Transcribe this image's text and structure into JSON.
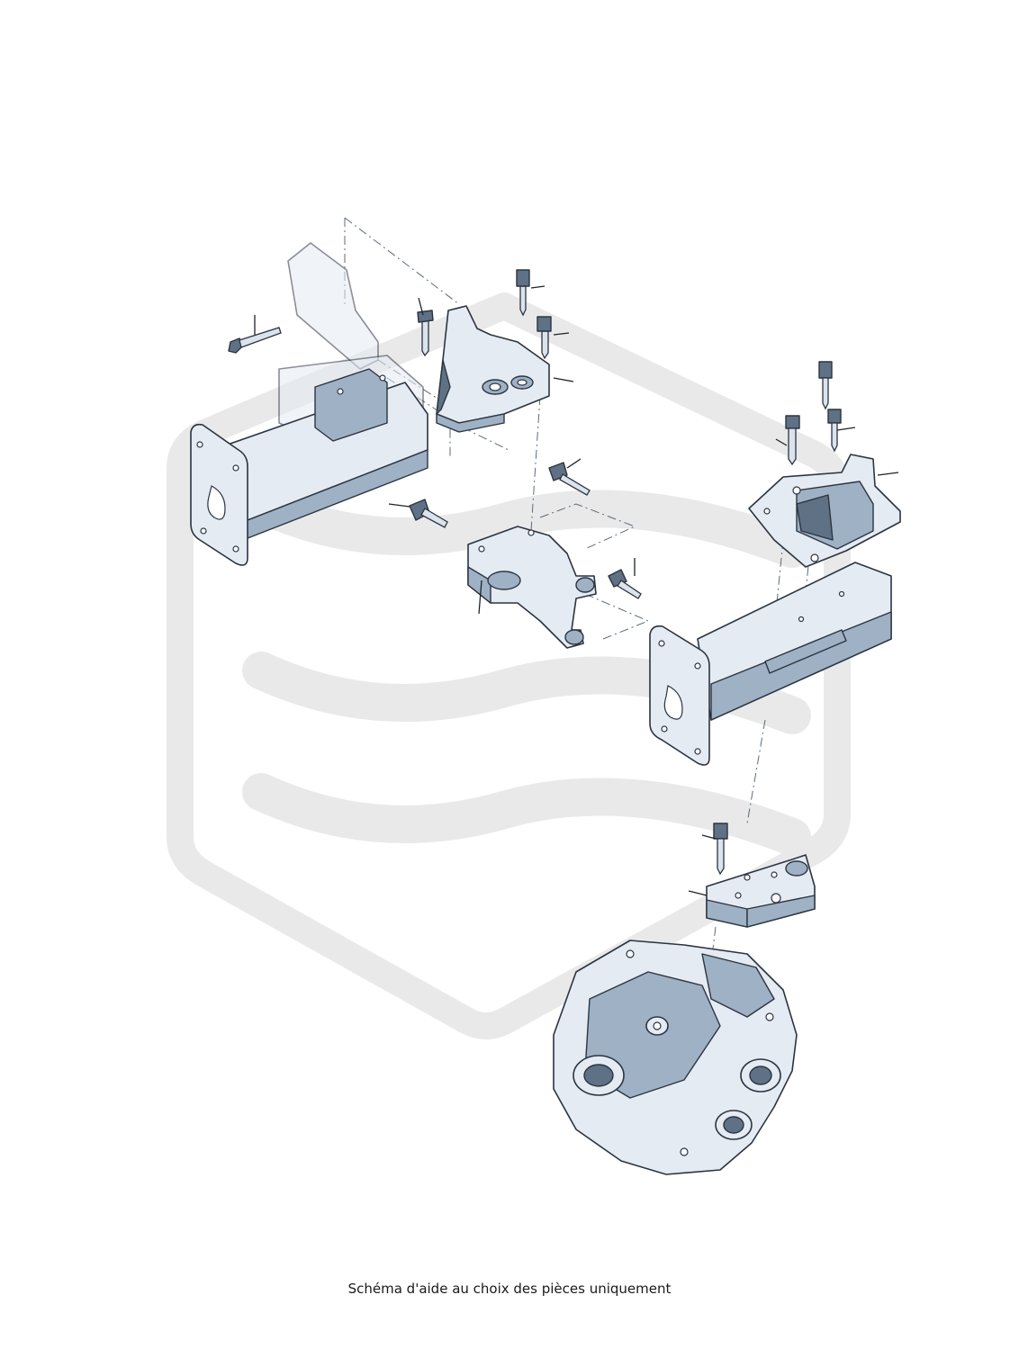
{
  "caption": "Schéma d'aide au choix des pièces uniquement",
  "watermark": {
    "type": "logo",
    "color": "#e9e9e9"
  },
  "colors": {
    "part_light": "#e4ebf3",
    "part_shade": "#9fb1c4",
    "part_dark": "#5f7184",
    "outline": "#2c3440",
    "dash_line": "#5d6b7a"
  },
  "parts": [
    {
      "name": "left-side-member",
      "label": ""
    },
    {
      "name": "engine-mount-upper-left",
      "label": ""
    },
    {
      "name": "pendulum-support",
      "label": ""
    },
    {
      "name": "gearbox-mount-upper-right",
      "label": ""
    },
    {
      "name": "right-side-member",
      "label": ""
    },
    {
      "name": "gearbox-bracket",
      "label": ""
    },
    {
      "name": "gearbox",
      "label": ""
    }
  ]
}
